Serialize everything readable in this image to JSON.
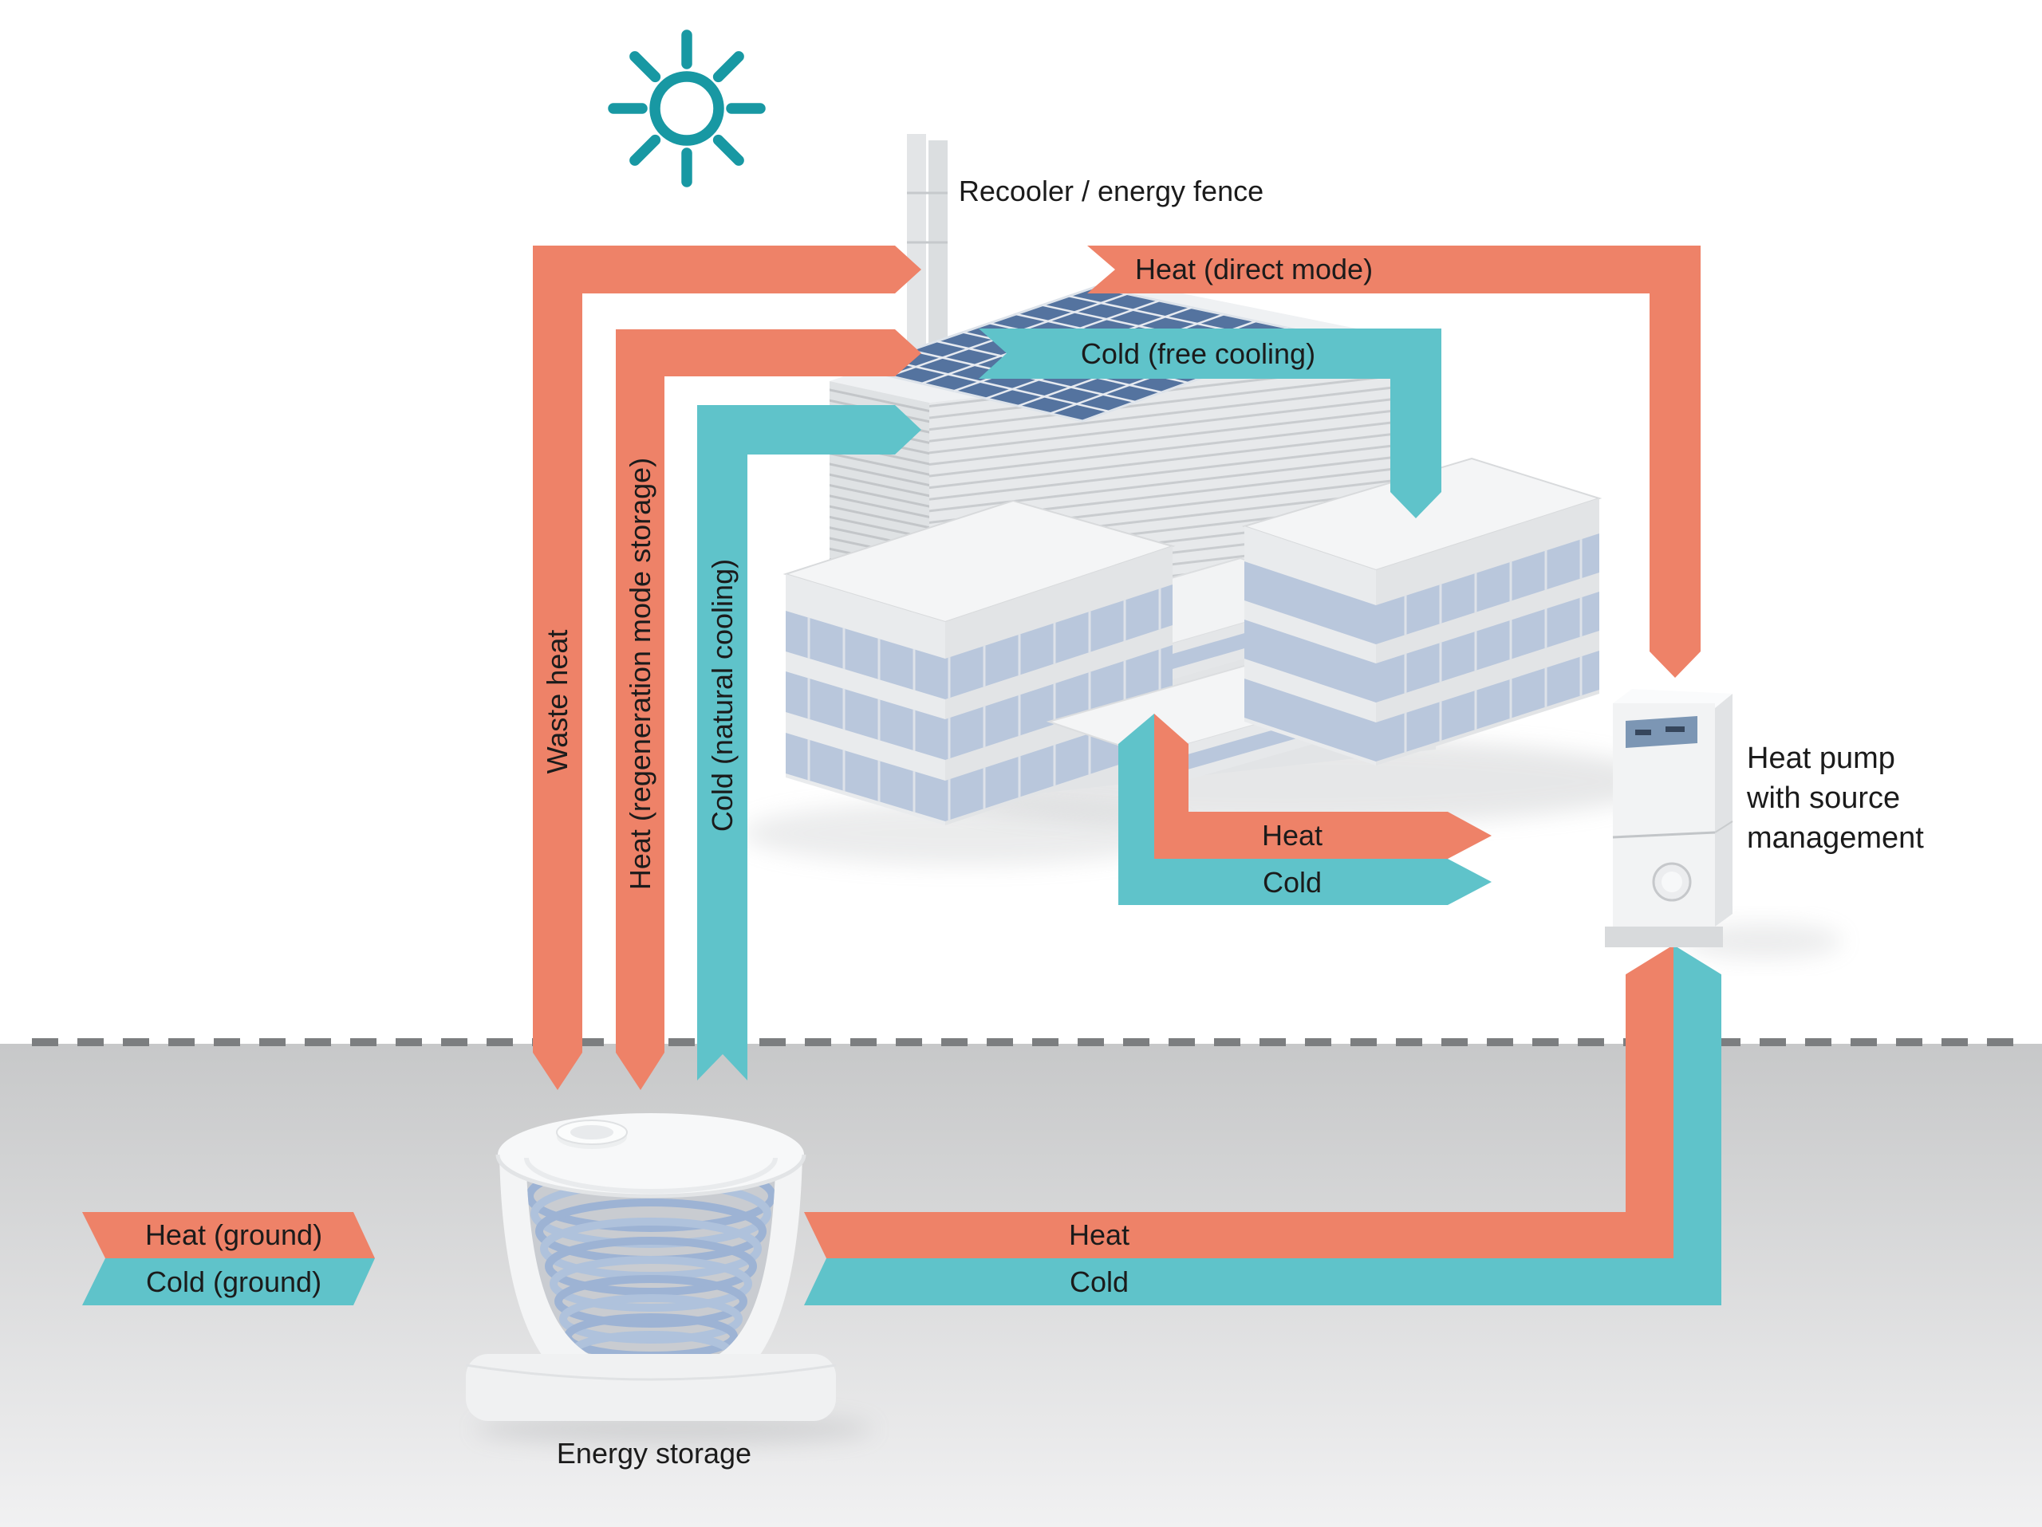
{
  "palette": {
    "heat": "#EE8268",
    "cold": "#5FC3CA",
    "sun": "#1898A3",
    "text": "#1B1B1B",
    "dash_line": "#7C7E80",
    "ground_top": "#C7C8C9",
    "ground_bottom": "#F1F1F2",
    "solar_panel": "#54739F",
    "building_face": "#E7E9EB",
    "window": "#B9C7DC"
  },
  "icons": {
    "sun": "sun-icon"
  },
  "labels": {
    "recooler": "Recooler / energy fence",
    "heat_direct": "Heat (direct mode)",
    "cold_free": "Cold (free cooling)",
    "waste_heat": "Waste heat",
    "heat_regen": "Heat (regeneration mode storage)",
    "cold_natural": "Cold (natural cooling)",
    "building_heat": "Heat",
    "building_cold": "Cold",
    "ground_heat": "Heat (ground)",
    "ground_cold": "Cold (ground)",
    "storage_heat": "Heat",
    "storage_cold": "Cold",
    "energy_storage": "Energy storage",
    "heat_pump": {
      "line1": "Heat pump",
      "line2": "with source",
      "line3": "management"
    }
  }
}
